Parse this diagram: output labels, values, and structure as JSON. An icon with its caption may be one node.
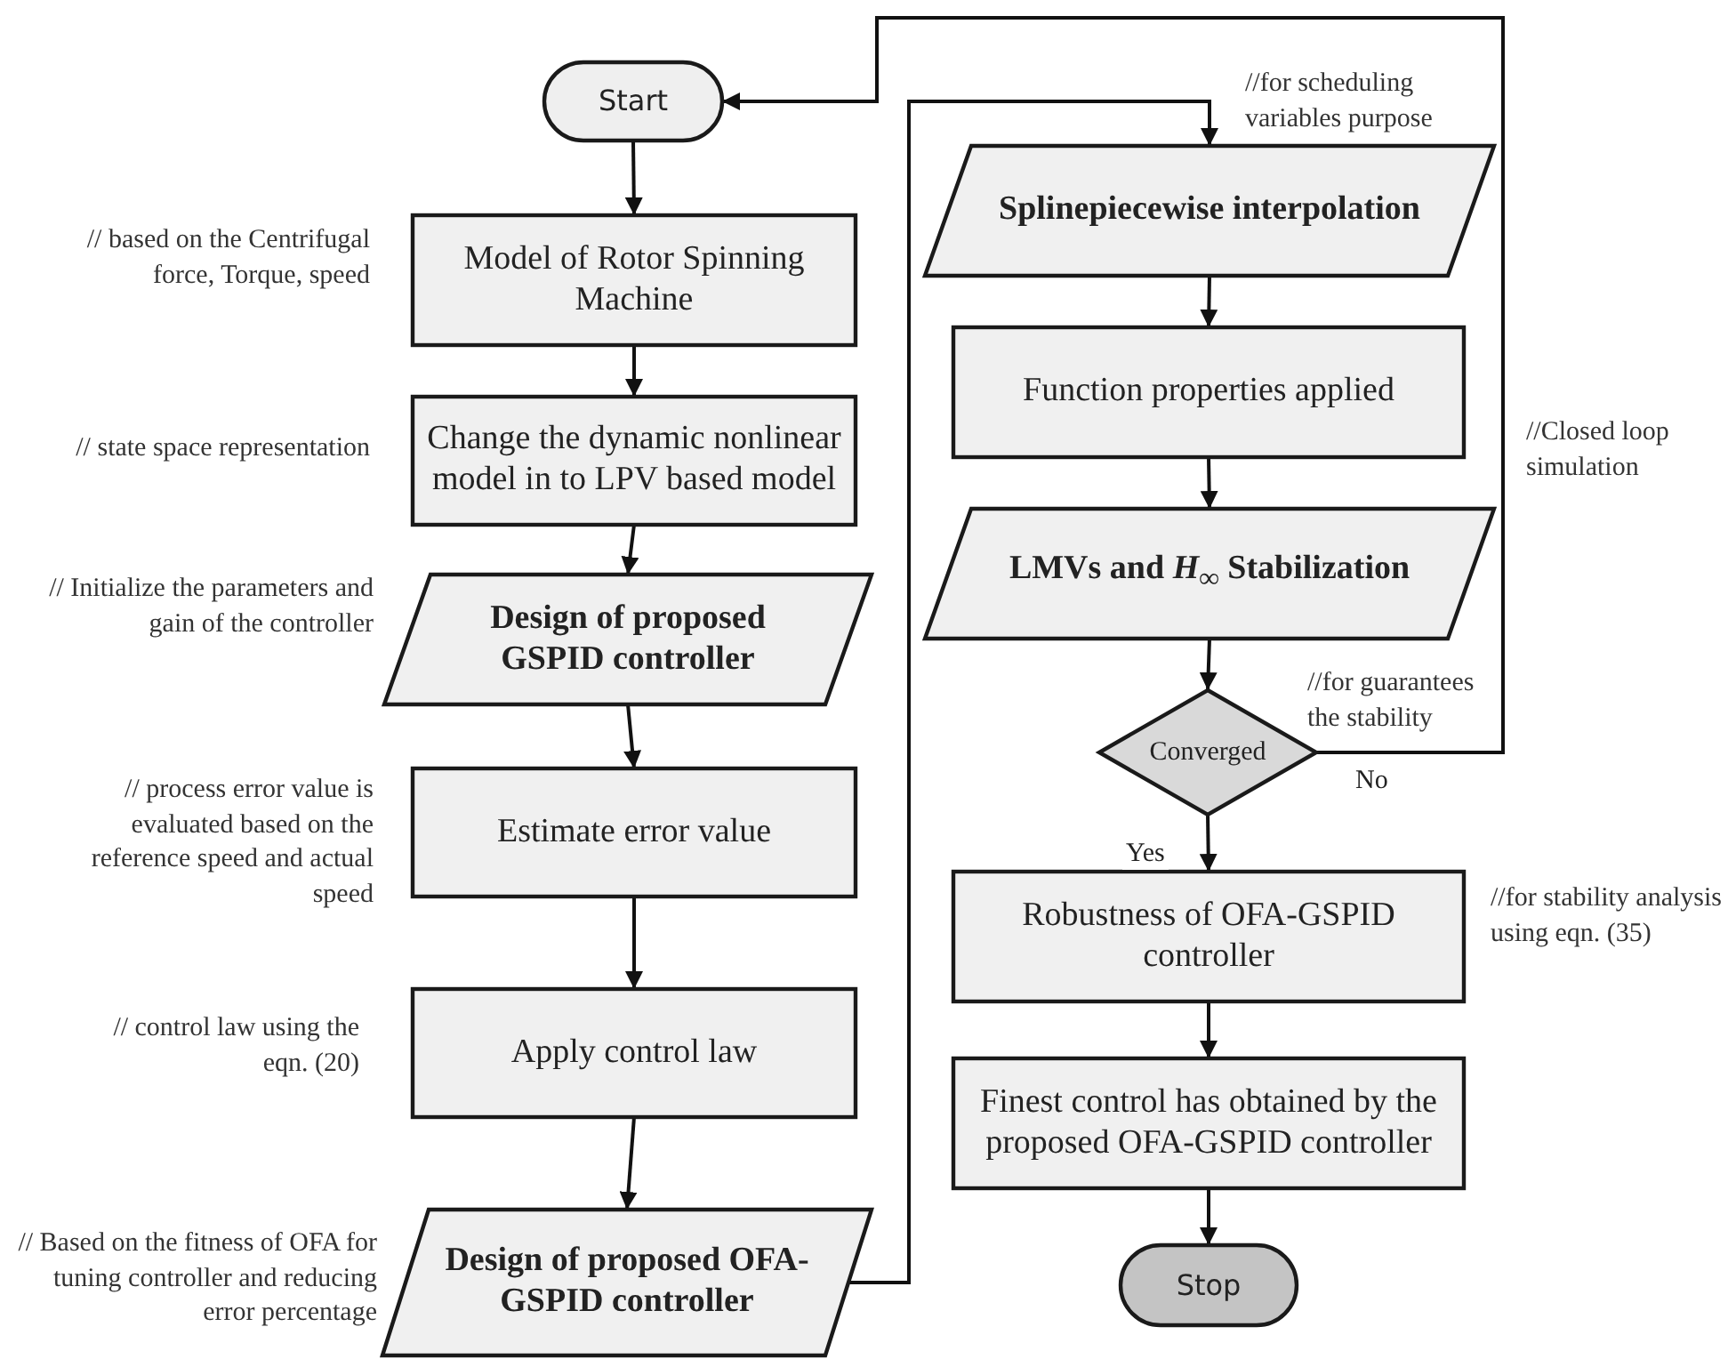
{
  "diagram": {
    "nodes": [
      {
        "text": [
          "Start"
        ]
      },
      {
        "text": [
          "Model of Rotor Spinning Machine"
        ],
        "beside": [
          "// based on the Centrifugal force, Torque, speed"
        ]
      },
      {
        "text": [
          "Change the dynamic nonlinear model in to LPV based  model"
        ],
        "beside": [
          "// state space representation"
        ]
      },
      {
        "text": [
          "Design of proposed GSPID controller"
        ],
        "beside": [
          "// Initialize the parameters and gain of the controller"
        ]
      },
      {
        "text": [
          "Estimate error value"
        ],
        "beside": [
          "// process error value is evaluated based on the reference speed and actual speed"
        ]
      },
      {
        "text": [
          "Apply control law"
        ],
        "beside": [
          "// control law using the eqn. (20)"
        ]
      },
      {
        "text": [
          "Design of proposed OFA-GSPID controller"
        ],
        "beside": [
          "// Based on the fitness of OFA for tuning controller and reducing error percentage"
        ]
      },
      {
        "text": [
          "Splinepiecewise interpolation"
        ],
        "beside": [
          "//for scheduling variables purpose"
        ]
      },
      {
        "text": [
          "Function properties applied"
        ]
      },
      {
        "text": [
          "LMVs and *H*$_{∞}$ Stabilization"
        ]
      },
      {
        "text": [
          "Converged"
        ],
        "beside": [
          "//for guarantees the stability"
        ]
      },
      {
        "text": [
          "Robustness of OFA-GSPID controller"
        ],
        "beside": [
          "//for stability analysis using eqn. (35)"
        ]
      },
      {
        "text": [
          "Finest control has obtained by the proposed OFA-GSPID controller"
        ]
      },
      {
        "text": [
          "Stop"
        ]
      }
    ],
    "edges": [
      {
        "from": 0,
        "to": 1,
        "arrow": "to"
      },
      {
        "from": 1,
        "to": 2,
        "arrow": "to"
      },
      {
        "from": 2,
        "to": 3,
        "arrow": "to"
      },
      {
        "from": 3,
        "to": 4,
        "arrow": "to"
      },
      {
        "from": 4,
        "to": 5,
        "arrow": "to"
      },
      {
        "from": 5,
        "to": 6,
        "arrow": "to"
      },
      {
        "from": 6,
        "to": 7,
        "arrow": "to"
      },
      {
        "from": 7,
        "to": 8,
        "arrow": "to"
      },
      {
        "from": 8,
        "to": 9,
        "arrow": "to"
      },
      {
        "from": 9,
        "to": 10,
        "arrow": "to"
      },
      {
        "from": 10,
        "to": 11,
        "arrow": "to",
        "label": "Yes"
      },
      {
        "from": 10,
        "to": 0,
        "arrow": "to",
        "label": "No"
      },
      {
        "from": 11,
        "to": 12,
        "arrow": "to"
      },
      {
        "from": 12,
        "to": 13,
        "arrow": "to"
      }
    ],
    "labels": [
      "//Closed loop simulation"
    ]
  }
}
